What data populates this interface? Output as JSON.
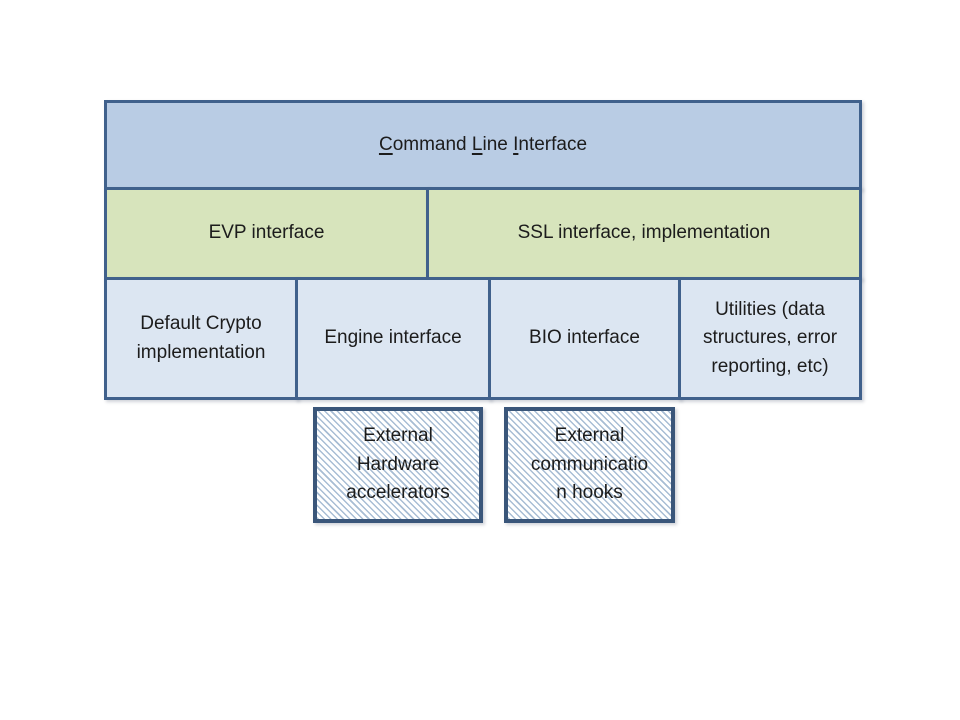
{
  "colors": {
    "canvas_bg": "#ffffff",
    "text": "#1c1c1c",
    "box_border": "#40618c",
    "blue_fill": "#b9cce4",
    "green_fill": "#d7e4bc",
    "paleblue_fill": "#dce6f2",
    "hatch_border": "#3a567a",
    "hatch_stripe": "#a8bdd4",
    "hatch_bg": "#ffffff"
  },
  "cli": {
    "u1": "C",
    "t1": "ommand ",
    "u2": "L",
    "t2": "ine ",
    "u3": "I",
    "t3": "nterface"
  },
  "interface_row": [
    {
      "label": "EVP interface"
    },
    {
      "label": "SSL interface, implementation"
    }
  ],
  "core_row": [
    {
      "label": "Default Crypto\nimplementation"
    },
    {
      "label": "Engine interface"
    },
    {
      "label": "BIO interface"
    },
    {
      "label": "Utilities (data\nstructures, error\nreporting, etc)"
    }
  ],
  "external_row": [
    {
      "label": "External\nHardware\naccelerators"
    },
    {
      "label": "External\ncommunicatio\nn hooks"
    }
  ]
}
